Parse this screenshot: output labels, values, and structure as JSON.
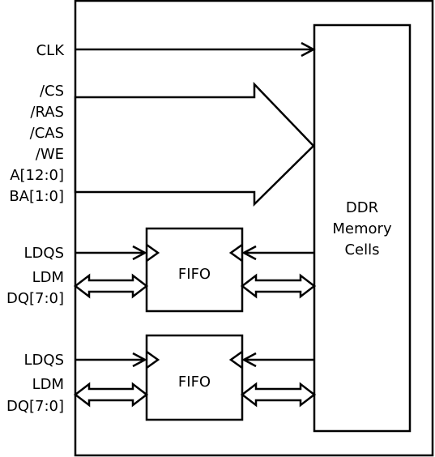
{
  "signals": {
    "clk": "CLK",
    "cs": "/CS",
    "ras": "/RAS",
    "cas": "/CAS",
    "we": "/WE",
    "addr": "A[12:0]",
    "ba": "BA[1:0]"
  },
  "byte_lanes": [
    {
      "ldqs": "LDQS",
      "ldm": "LDM",
      "dq": "DQ[7:0]",
      "fifo": "FIFO"
    },
    {
      "ldqs": "LDQS",
      "ldm": "LDM",
      "dq": "DQ[7:0]",
      "fifo": "FIFO"
    }
  ],
  "memory": {
    "line1": "DDR",
    "line2": "Memory",
    "line3": "Cells"
  }
}
